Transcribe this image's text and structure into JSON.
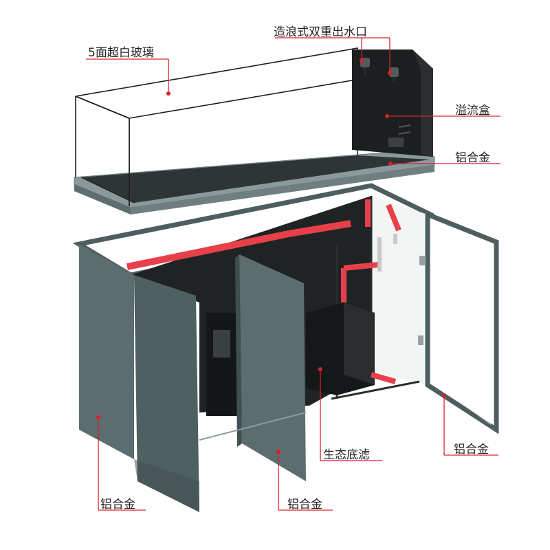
{
  "labels": {
    "glass": "5面超白玻璃",
    "outlet": "造浪式双重出水口",
    "overflow_box": "溢流盒",
    "tank_base": "铝合金",
    "right_door": "铝合金",
    "sump": "生态底滤",
    "left_panel": "铝合金",
    "middle_door": "铝合金"
  },
  "colors": {
    "accent": "#d9202a",
    "cabinet": "#5b6d6e",
    "cabinet_dark": "#3f4e4f",
    "frame": "#4e5d5e",
    "pipe": "#e8404a"
  }
}
